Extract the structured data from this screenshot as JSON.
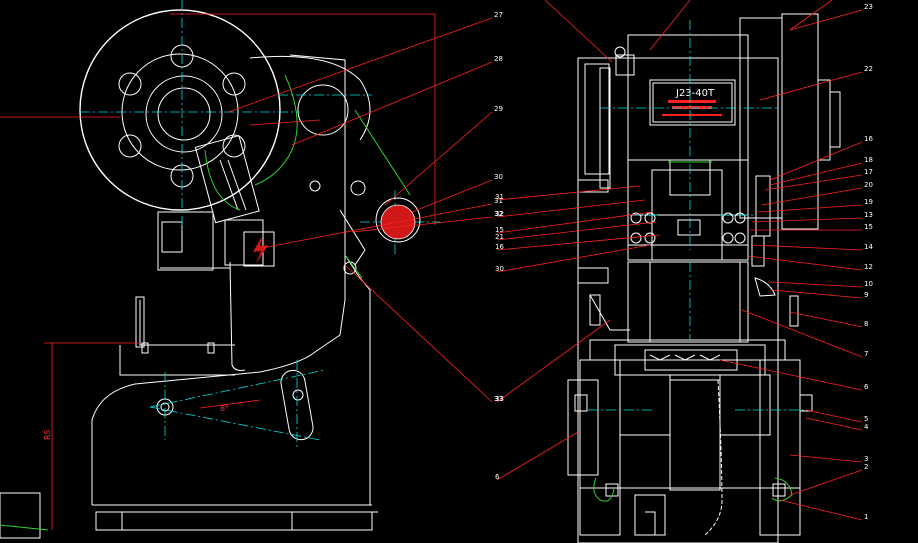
{
  "drawing": {
    "nameplate_text": "J23-40T",
    "dimension_left": "R5",
    "angle_mark": "8°",
    "side_labels": [
      "27",
      "28",
      "29",
      "30",
      "31",
      "32",
      "33"
    ],
    "front_labels_right": [
      "23",
      "22",
      "16",
      "18",
      "17",
      "20",
      "19",
      "13",
      "15",
      "14",
      "12",
      "10",
      "9",
      "8",
      "7",
      "6",
      "5",
      "4",
      "3",
      "2",
      "1"
    ],
    "front_labels_left": [
      "31",
      "32",
      "15",
      "21",
      "16",
      "30",
      "33",
      "6"
    ]
  },
  "colors": {
    "line": "#ffffff",
    "leader": "#ff2020",
    "center": "#00e0e0",
    "accent": "#30d030",
    "highlight": "#d01818",
    "background": "#000000"
  }
}
